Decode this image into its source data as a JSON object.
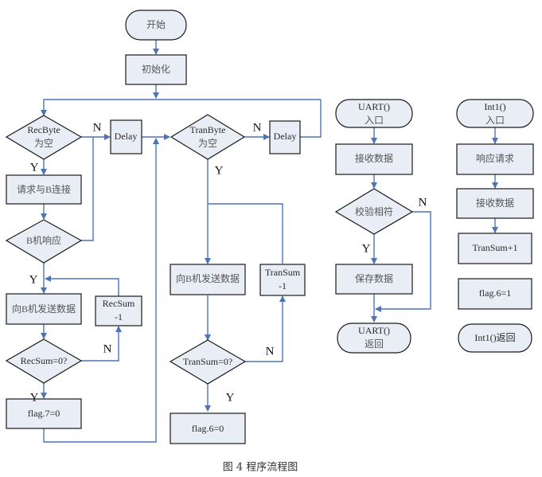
{
  "caption": "图 4  程序流程图",
  "colors": {
    "node_fill": "#e9edf6",
    "node_stroke": "#1a1a1a",
    "edge": "#4f74b3"
  },
  "main_flow": {
    "start": "开始",
    "init": "初始化",
    "recbyte_empty": [
      "RecByte",
      "为空"
    ],
    "delay1": "Delay",
    "request_b": "请求与B连接",
    "b_response": "B机响应",
    "send_b_1": "向B机发送数据",
    "recsum_dec": [
      "RecSum",
      "-1"
    ],
    "recsum_zero": "RecSum=0?",
    "flag7": "flag.7=0",
    "tranbyte_empty": [
      "TranByte",
      "为空"
    ],
    "delay2": "Delay",
    "send_b_2": "向B机发送数据",
    "transum_dec": [
      "TranSum",
      "-1"
    ],
    "transum_zero": "TranSum=0?",
    "flag6_0": "flag.6=0"
  },
  "uart_flow": {
    "entry": [
      "UART()",
      "入口"
    ],
    "receive": "接收数据",
    "check": "校验相符",
    "save": "保存数据",
    "return": [
      "UART()",
      "返回"
    ]
  },
  "int1_flow": {
    "entry": [
      "Int1()",
      "入口"
    ],
    "respond": "响应请求",
    "receive": "接收数据",
    "transum_inc": "TranSum+1",
    "flag6_1": "flag.6=1",
    "return": "Int1()返回"
  },
  "labels": {
    "yes": "Y",
    "no": "N"
  }
}
